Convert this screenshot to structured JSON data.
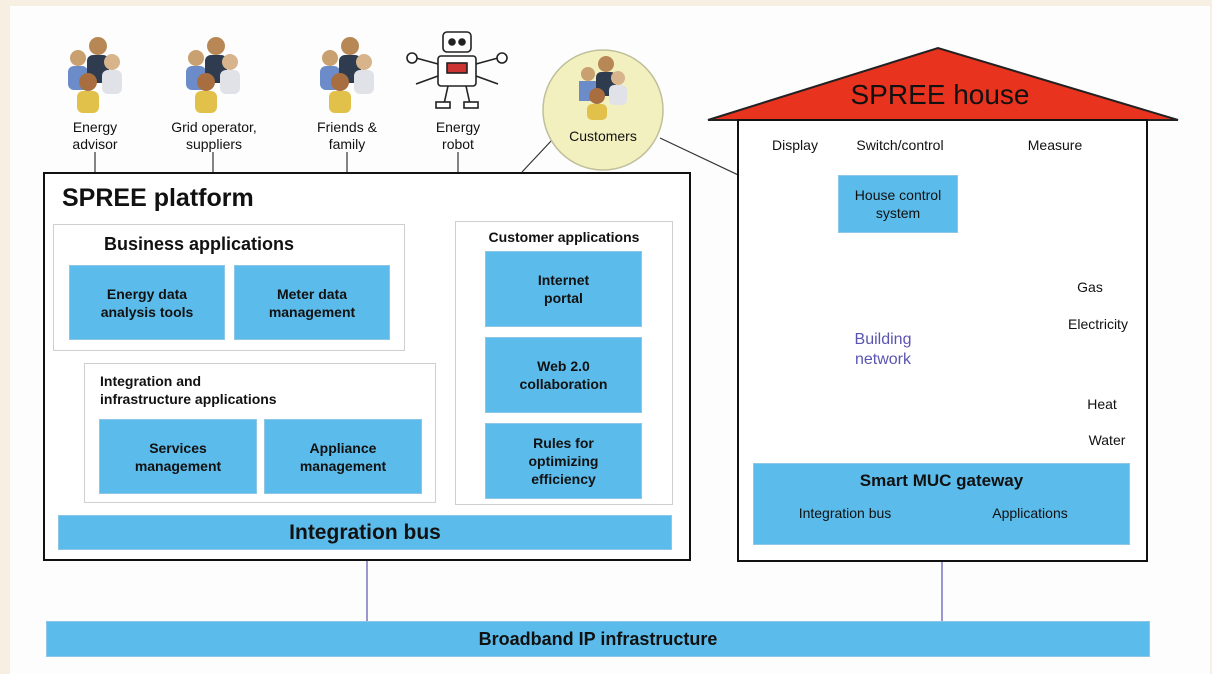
{
  "actors": [
    {
      "icon": "people-icon",
      "label_line1": "Energy",
      "label_line2": "advisor"
    },
    {
      "icon": "people-icon",
      "label_line1": "Grid operator,",
      "label_line2": "suppliers"
    },
    {
      "icon": "people-icon",
      "label_line1": "Friends &",
      "label_line2": "family"
    },
    {
      "icon": "robot-icon",
      "label_line1": "Energy",
      "label_line2": "robot"
    }
  ],
  "customers": {
    "icon": "people-icon",
    "label": "Customers"
  },
  "platform": {
    "title": "SPREE platform",
    "business": {
      "title": "Business applications",
      "items": [
        {
          "line1": "Energy data",
          "line2": "analysis tools"
        },
        {
          "line1": "Meter data",
          "line2": "management"
        }
      ]
    },
    "integration": {
      "title_line1": "Integration and",
      "title_line2": "infrastructure applications",
      "items": [
        {
          "line1": "Services",
          "line2": "management"
        },
        {
          "line1": "Appliance",
          "line2": "management"
        }
      ]
    },
    "customer_apps": {
      "title": "Customer applications",
      "items": [
        {
          "line1": "Internet",
          "line2": "portal",
          "line3": ""
        },
        {
          "line1": "Web 2.0",
          "line2": "collaboration",
          "line3": ""
        },
        {
          "line1": "Rules for",
          "line2": "optimizing",
          "line3": "efficiency"
        }
      ]
    },
    "bus": "Integration bus"
  },
  "house": {
    "title": "SPREE house",
    "roof_color": "#e8331f",
    "col_display": "Display",
    "col_switch": "Switch/control",
    "col_measure": "Measure",
    "control_line1": "House control",
    "control_line2": "system",
    "network_line1": "Building",
    "network_line2": "network",
    "meters": [
      "Gas",
      "Electricity",
      "Heat",
      "Water"
    ],
    "gateway": {
      "title": "Smart MUC gateway",
      "left": "Integration bus",
      "right": "Applications"
    }
  },
  "broadband": "Broadband IP infrastructure",
  "colors": {
    "box_blue": "#5bbbea",
    "network_text": "#5a55b0",
    "signal_red": "#d42a1f"
  }
}
